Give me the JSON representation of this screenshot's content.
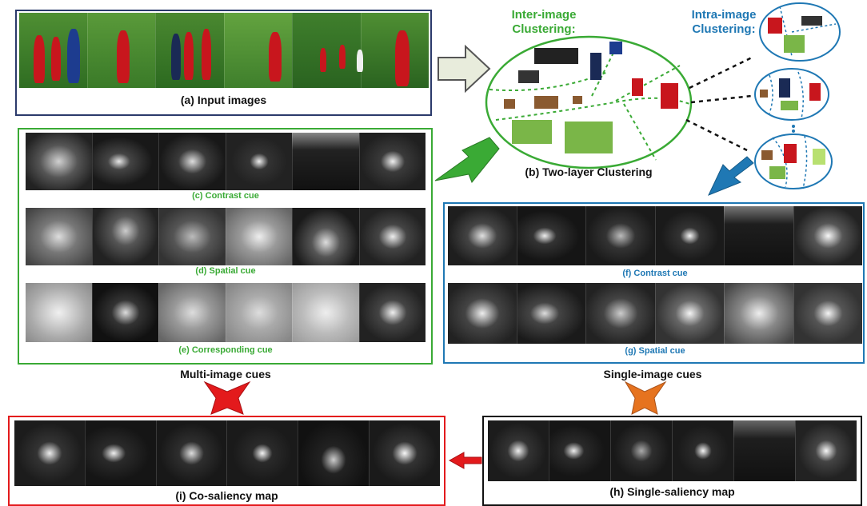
{
  "captions": {
    "input": "(a) Input images",
    "two_layer": "(b) Two-layer Clustering",
    "contrast_multi": "(c) Contrast cue",
    "spatial_multi": "(d) Spatial cue",
    "corresponding": "(e) Corresponding cue",
    "contrast_single": "(f) Contrast cue",
    "spatial_single": "(g) Spatial cue",
    "single_saliency": "(h) Single-saliency map",
    "co_saliency": "(i) Co-saliency map"
  },
  "labels": {
    "inter_line1": "Inter-image",
    "inter_line2": "Clustering:",
    "intra_line1": "Intra-image",
    "intra_line2": "Clustering:",
    "multi_cues": "Multi-image cues",
    "single_cues": "Single-image cues"
  },
  "colors": {
    "input_frame": "#2b3a6b",
    "green": "#3aaa35",
    "blue": "#1f78b4",
    "red": "#e31a1c",
    "orange": "#e6731f",
    "black": "#111111",
    "grass": "#3f8a2c",
    "jersey_red": "#c8161d",
    "cluster_green": "#7ab648"
  },
  "icons": {
    "arrow_input_to_clustering": "hollow-arrow-icon",
    "arrow_to_multi": "green-arrow-icon",
    "arrow_to_single": "blue-arrow-icon",
    "arrow_to_cosaliency": "red-arrow-icon",
    "arrow_to_single_saliency": "orange-arrow-icon",
    "arrow_single_to_co": "small-red-arrow-icon"
  }
}
